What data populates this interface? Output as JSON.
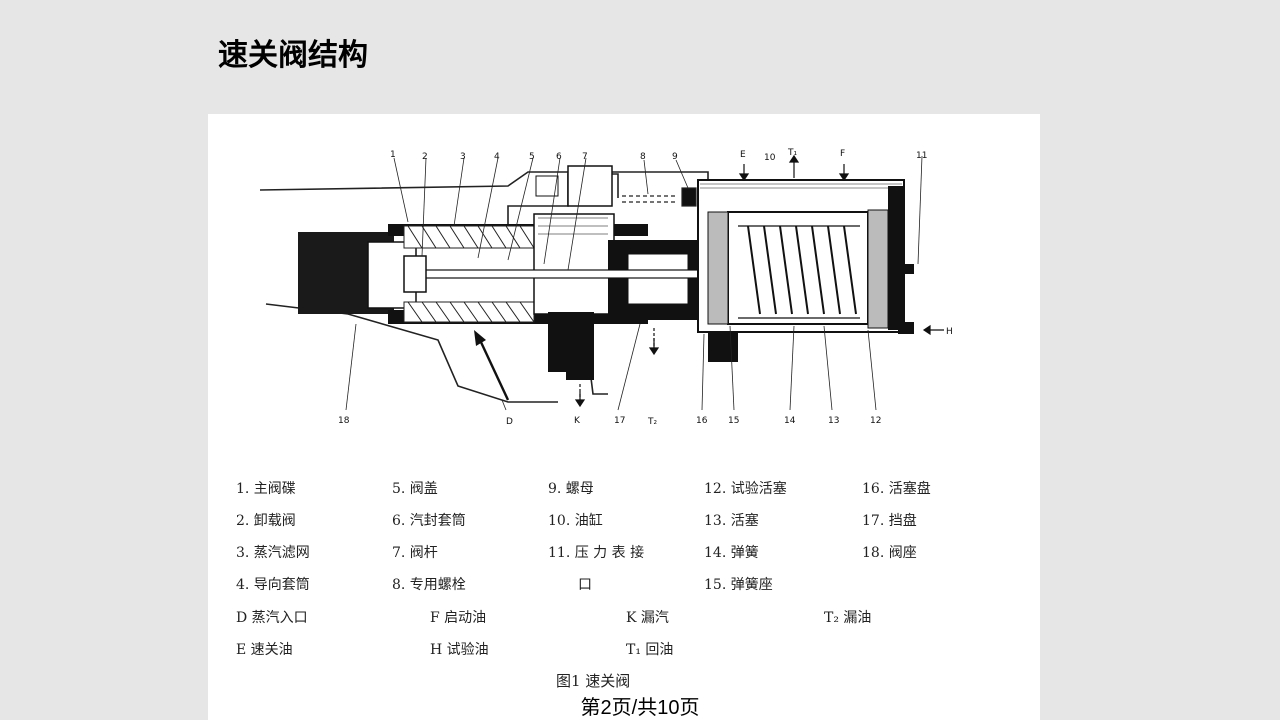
{
  "slide": {
    "title": "速关阀结构",
    "page_indicator": "第2页/共10页"
  },
  "figure": {
    "caption": "图1   速关阀",
    "callouts": {
      "c1": "1",
      "c2": "2",
      "c3": "3",
      "c4": "4",
      "c5": "5",
      "c6": "6",
      "c7": "7",
      "c8": "8",
      "c9": "9",
      "cE": "E",
      "c10": "10",
      "cT1": "T₁",
      "cF": "F",
      "c11": "11",
      "cH": "H",
      "c18": "18",
      "cD": "D",
      "cK": "K",
      "c17": "17",
      "cT2": "T₂",
      "c16": "16",
      "c15": "15",
      "c14": "14",
      "c13": "13",
      "c12": "12"
    },
    "legend": {
      "l1": "1.  主阀碟",
      "l2": "2.  卸载阀",
      "l3": "3.  蒸汽滤网",
      "l4": "4.  导向套筒",
      "l5": "5.  阀盖",
      "l6": "6.  汽封套筒",
      "l7": "7.  阀杆",
      "l8": "8.  专用螺栓",
      "l9": "9.  螺母",
      "l10": "10.  油缸",
      "l11a": "11.  压 力 表 接",
      "l11b": "口",
      "l12": "12.  试验活塞",
      "l13": "13.  活塞",
      "l14": "14.  弹簧",
      "l15": "15.  弹簧座",
      "l16": "16.  活塞盘",
      "l17": "17.  挡盘",
      "l18": "18.  阀座",
      "D": "D   蒸汽入口",
      "E": "E   速关油",
      "F": "F   启动油",
      "H": "H   试验油",
      "K": "K   漏汽",
      "T1": "T₁   回油",
      "T2": "T₂   漏油"
    }
  }
}
